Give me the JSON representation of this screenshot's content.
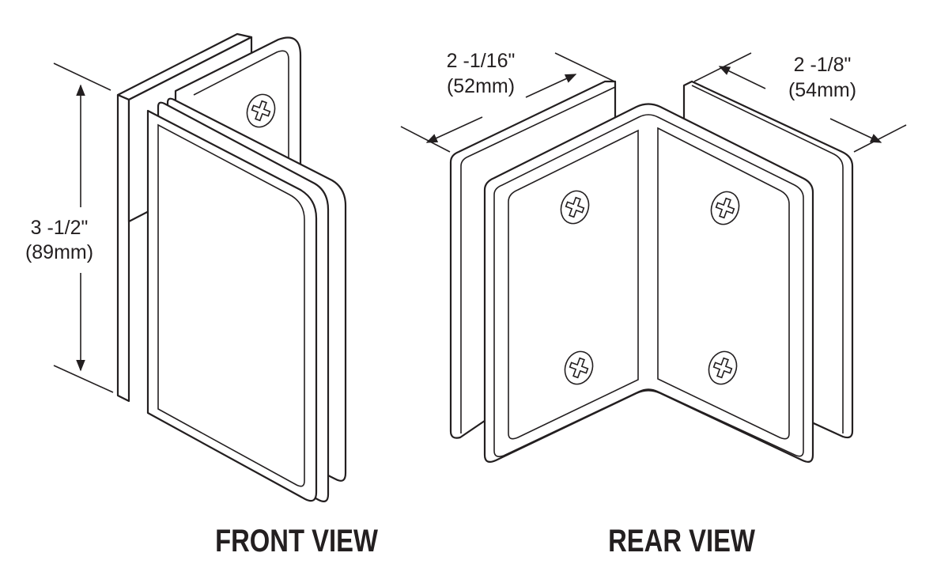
{
  "front_view": {
    "label": "FRONT VIEW",
    "height_dimension": {
      "imperial": "3 -1/2\"",
      "metric": "(89mm)"
    }
  },
  "rear_view": {
    "label": "REAR VIEW",
    "left_width_dimension": {
      "imperial": "2 -1/16\"",
      "metric": "(52mm)"
    },
    "right_width_dimension": {
      "imperial": "2 -1/8\"",
      "metric": "(54mm)"
    }
  },
  "colors": {
    "line": "#231f20",
    "background": "#ffffff"
  }
}
